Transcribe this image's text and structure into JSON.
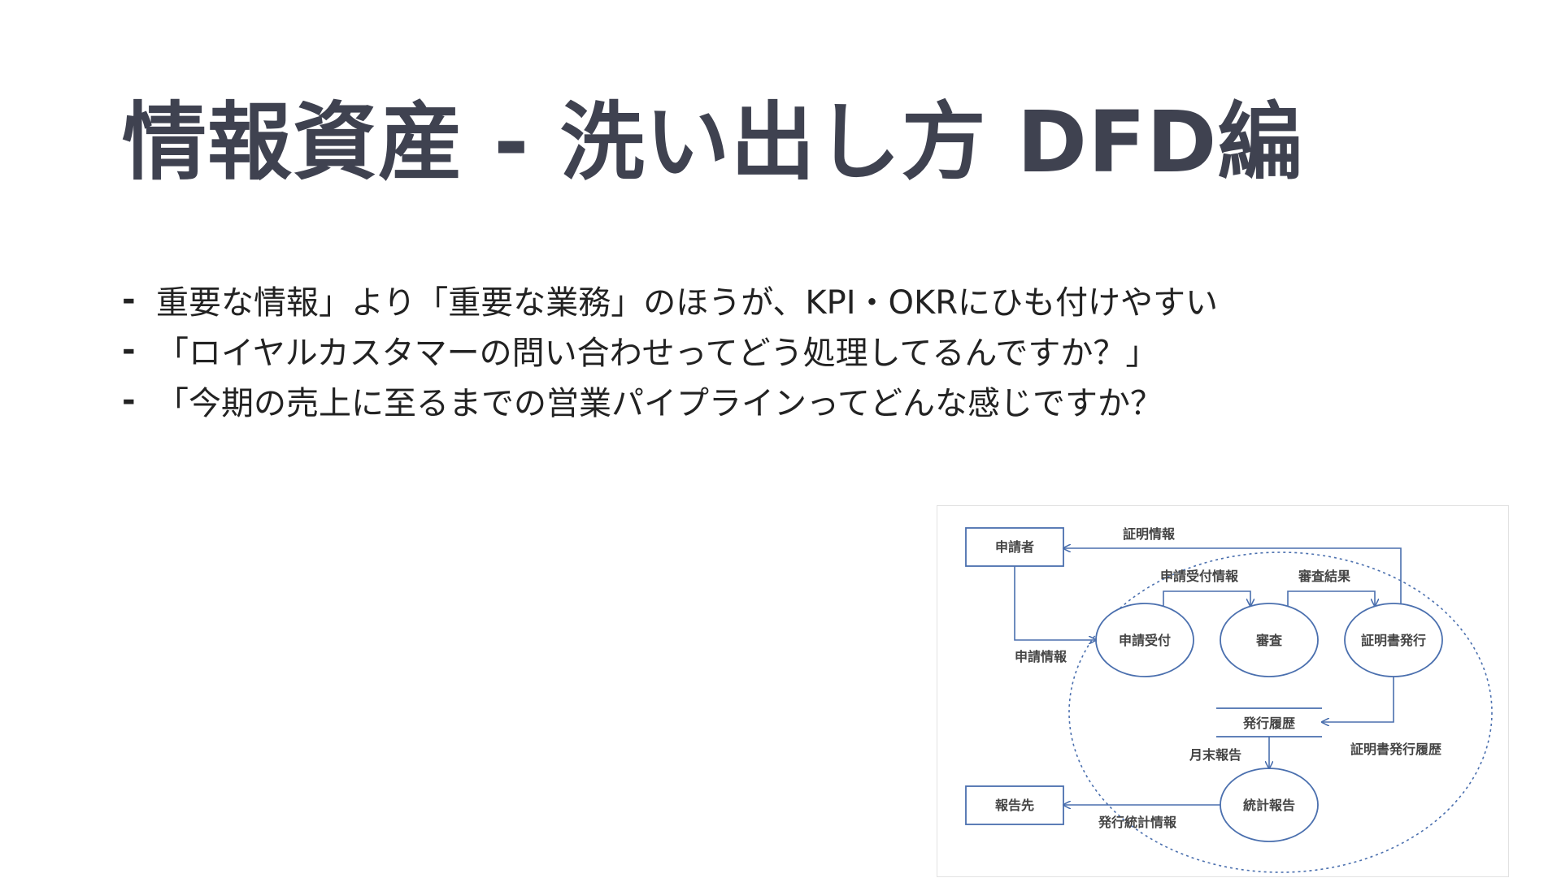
{
  "slide": {
    "title": "情報資産 - 洗い出し方 DFD編",
    "bullet_marker": "-",
    "bullets": [
      "重要な情報」より「重要な業務」のほうが、KPI・OKRにひも付けやすい",
      "「ロイヤルカスタマーの問い合わせってどう処理してるんですか？」",
      "「今期の売上に至るまでの営業パイプラインってどんな感じですか？"
    ]
  },
  "diagram": {
    "colors": {
      "stroke": "#4a6fae",
      "text": "#444444",
      "boundary": "#4a6fae"
    },
    "entities": {
      "applicant": "申請者",
      "report_dest": "報告先"
    },
    "processes": {
      "receive": "申請受付",
      "review": "審査",
      "issue": "証明書発行",
      "stats": "統計報告"
    },
    "datastore": "発行履歴",
    "flows": {
      "certificate_info": "証明情報",
      "application_info": "申請情報",
      "receipt_info": "申請受付情報",
      "review_result": "審査結果",
      "issue_history": "証明書発行履歴",
      "monthly_report": "月末報告",
      "issue_stats": "発行統計情報"
    }
  }
}
